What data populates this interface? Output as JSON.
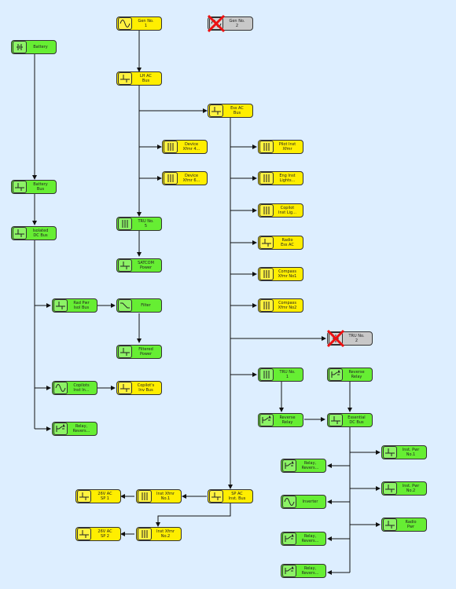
{
  "nodes": [
    {
      "id": "gen1",
      "line1": "Gen No.",
      "line2": "1",
      "color": "yellow",
      "icon": "ac-source-icon",
      "disabled": false
    },
    {
      "id": "gen2",
      "line1": "Gen No.",
      "line2": "2",
      "color": "gray",
      "icon": "ac-source-icon",
      "disabled": true
    },
    {
      "id": "battery",
      "line1": "Battery",
      "line2": "",
      "color": "green",
      "icon": "battery-icon",
      "disabled": false
    },
    {
      "id": "lhac",
      "line1": "LH AC",
      "line2": "Bus",
      "color": "yellow",
      "icon": "bus-icon",
      "disabled": false
    },
    {
      "id": "essac",
      "line1": "Ess AC",
      "line2": "Bus",
      "color": "yellow",
      "icon": "bus-icon",
      "disabled": false
    },
    {
      "id": "dev4",
      "line1": "Device",
      "line2": "Xfmr 4...",
      "color": "yellow",
      "icon": "transformer-icon",
      "disabled": false
    },
    {
      "id": "dev6",
      "line1": "Device",
      "line2": "Xfmr 6...",
      "color": "yellow",
      "icon": "transformer-icon",
      "disabled": false
    },
    {
      "id": "pilot",
      "line1": "Pilot Inst",
      "line2": "Xfmr",
      "color": "yellow",
      "icon": "transformer-icon",
      "disabled": false
    },
    {
      "id": "eng",
      "line1": "Eng Inst",
      "line2": "Lights...",
      "color": "yellow",
      "icon": "transformer-icon",
      "disabled": false
    },
    {
      "id": "copilotinst",
      "line1": "Copilot",
      "line2": "Inst Lig...",
      "color": "yellow",
      "icon": "transformer-icon",
      "disabled": false
    },
    {
      "id": "radioess",
      "line1": "Radio",
      "line2": "Ess AC",
      "color": "yellow",
      "icon": "bus-icon",
      "disabled": false
    },
    {
      "id": "comp1",
      "line1": "Compass",
      "line2": "Xfmr No1",
      "color": "yellow",
      "icon": "transformer-icon",
      "disabled": false
    },
    {
      "id": "comp2",
      "line1": "Compass",
      "line2": "Xfmr No2",
      "color": "yellow",
      "icon": "transformer-icon",
      "disabled": false
    },
    {
      "id": "battbus",
      "line1": "Battery",
      "line2": "Bus",
      "color": "green",
      "icon": "bus-icon",
      "disabled": false
    },
    {
      "id": "isodc",
      "line1": "Isolated",
      "line2": "DC Bus",
      "color": "green",
      "icon": "bus-icon",
      "disabled": false
    },
    {
      "id": "tru5",
      "line1": "TRU No.",
      "line2": "5",
      "color": "green",
      "icon": "transformer-icon",
      "disabled": false
    },
    {
      "id": "satcom",
      "line1": "SATCOM",
      "line2": "Power",
      "color": "green",
      "icon": "bus-icon",
      "disabled": false
    },
    {
      "id": "radpwr",
      "line1": "Rad Pwr",
      "line2": "Isol Bus",
      "color": "green",
      "icon": "bus-icon",
      "disabled": false
    },
    {
      "id": "filter",
      "line1": "Filter",
      "line2": "",
      "color": "green",
      "icon": "filter-icon",
      "disabled": false
    },
    {
      "id": "filtpwr",
      "line1": "Filtered",
      "line2": "Power",
      "color": "green",
      "icon": "bus-icon",
      "disabled": false
    },
    {
      "id": "tru2",
      "line1": "TRU No.",
      "line2": "2",
      "color": "gray",
      "icon": "transformer-icon",
      "disabled": true
    },
    {
      "id": "tru1",
      "line1": "TRU No.",
      "line2": "1",
      "color": "green",
      "icon": "transformer-icon",
      "disabled": false
    },
    {
      "id": "revrelay1",
      "line1": "Reverse",
      "line2": "Relay",
      "color": "green",
      "icon": "relay-icon",
      "disabled": false
    },
    {
      "id": "revrelay2",
      "line1": "Reverse",
      "line2": "Relay",
      "color": "green",
      "icon": "relay-icon",
      "disabled": false
    },
    {
      "id": "essdc",
      "line1": "Essential",
      "line2": "DC Bus",
      "color": "green",
      "icon": "bus-icon",
      "disabled": false
    },
    {
      "id": "copilots",
      "line1": "Copilots",
      "line2": "Inst In...",
      "color": "green",
      "icon": "ac-source-icon",
      "disabled": false
    },
    {
      "id": "copinv",
      "line1": "Copilot's",
      "line2": "Inv Bus",
      "color": "yellow",
      "icon": "bus-icon",
      "disabled": false
    },
    {
      "id": "relayrev1",
      "line1": "Relay,",
      "line2": "Revers...",
      "color": "green",
      "icon": "relay-icon",
      "disabled": false
    },
    {
      "id": "instpwr1",
      "line1": "Inst. Pwr",
      "line2": "No.1",
      "color": "green",
      "icon": "bus-icon",
      "disabled": false
    },
    {
      "id": "relayrev2",
      "line1": "Relay,",
      "line2": "Revers...",
      "color": "green",
      "icon": "relay-icon",
      "disabled": false
    },
    {
      "id": "instpwr2",
      "line1": "Inst. Pwr",
      "line2": "No.2",
      "color": "green",
      "icon": "bus-icon",
      "disabled": false
    },
    {
      "id": "inverter",
      "line1": "Inverter",
      "line2": "",
      "color": "green",
      "icon": "ac-source-icon",
      "disabled": false
    },
    {
      "id": "radiopwr",
      "line1": "Radio",
      "line2": "Pwr",
      "color": "green",
      "icon": "bus-icon",
      "disabled": false
    },
    {
      "id": "relayrev3",
      "line1": "Relay,",
      "line2": "Revers...",
      "color": "green",
      "icon": "relay-icon",
      "disabled": false
    },
    {
      "id": "relayrev4",
      "line1": "Relay,",
      "line2": "Revers...",
      "color": "green",
      "icon": "relay-icon",
      "disabled": false
    },
    {
      "id": "sp1",
      "line1": "26V AC",
      "line2": "SP 1",
      "color": "yellow",
      "icon": "bus-icon",
      "disabled": false
    },
    {
      "id": "instx1",
      "line1": "Inst Xfmr",
      "line2": "No.1",
      "color": "yellow",
      "icon": "transformer-icon",
      "disabled": false
    },
    {
      "id": "spac",
      "line1": "SP AC",
      "line2": "Inst. Bus",
      "color": "yellow",
      "icon": "bus-icon",
      "disabled": false
    },
    {
      "id": "sp2",
      "line1": "26V AC",
      "line2": "SP 2",
      "color": "yellow",
      "icon": "bus-icon",
      "disabled": false
    },
    {
      "id": "instx2",
      "line1": "Inst Xfmr",
      "line2": "No.2",
      "color": "yellow",
      "icon": "transformer-icon",
      "disabled": false
    }
  ],
  "connections": [
    {
      "from": "gen1",
      "to": "lhac"
    },
    {
      "from": "lhac",
      "to": "essac"
    },
    {
      "from": "lhac",
      "to": "dev4"
    },
    {
      "from": "lhac",
      "to": "dev6"
    },
    {
      "from": "lhac",
      "to": "tru5"
    },
    {
      "from": "tru5",
      "to": "satcom"
    },
    {
      "from": "battery",
      "to": "battbus"
    },
    {
      "from": "battbus",
      "to": "isodc"
    },
    {
      "from": "isodc",
      "to": "radpwr"
    },
    {
      "from": "radpwr",
      "to": "filter"
    },
    {
      "from": "filter",
      "to": "filtpwr"
    },
    {
      "from": "isodc",
      "to": "copilots"
    },
    {
      "from": "copilots",
      "to": "copinv"
    },
    {
      "from": "isodc",
      "to": "relayrev1"
    },
    {
      "from": "essac",
      "to": "pilot"
    },
    {
      "from": "essac",
      "to": "eng"
    },
    {
      "from": "essac",
      "to": "copilotinst"
    },
    {
      "from": "essac",
      "to": "radioess"
    },
    {
      "from": "essac",
      "to": "comp1"
    },
    {
      "from": "essac",
      "to": "comp2"
    },
    {
      "from": "essac",
      "to": "tru2"
    },
    {
      "from": "essac",
      "to": "tru1"
    },
    {
      "from": "essac",
      "to": "spac"
    },
    {
      "from": "tru1",
      "to": "revrelay1"
    },
    {
      "from": "revrelay1",
      "to": "essdc"
    },
    {
      "from": "revrelay2",
      "to": "essdc"
    },
    {
      "from": "essdc",
      "to": "instpwr1"
    },
    {
      "from": "essdc",
      "to": "instpwr2"
    },
    {
      "from": "essdc",
      "to": "radiopwr"
    },
    {
      "from": "essdc",
      "to": "relayrev2"
    },
    {
      "from": "essdc",
      "to": "inverter"
    },
    {
      "from": "essdc",
      "to": "relayrev3"
    },
    {
      "from": "essdc",
      "to": "relayrev4"
    },
    {
      "from": "spac",
      "to": "instx1"
    },
    {
      "from": "instx1",
      "to": "sp1"
    },
    {
      "from": "spac",
      "to": "instx2"
    },
    {
      "from": "instx2",
      "to": "sp2"
    }
  ],
  "colors": {
    "green": "#66ee33",
    "yellow": "#ffee00",
    "gray": "#c8c8c8",
    "background": "#ddeeff",
    "wire": "#111111",
    "disabled_mark": "#ee1111"
  }
}
